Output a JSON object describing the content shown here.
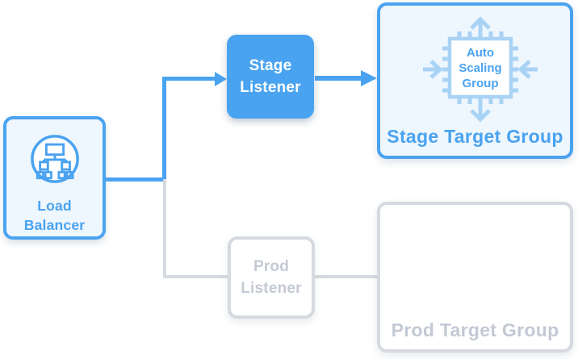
{
  "nodes": {
    "load_balancer": {
      "label": "Load Balancer"
    },
    "stage_listener": {
      "label": "Stage Listener"
    },
    "prod_listener": {
      "label": "Prod Listener"
    },
    "stage_target_group": {
      "label": "Stage Target Group",
      "auto_scaling_group": {
        "label": "Auto Scaling Group"
      }
    },
    "prod_target_group": {
      "label": "Prod Target Group"
    }
  },
  "icons": {
    "load_balancer": "load-balancer-network-icon",
    "auto_scaling": "cpu-chip-scaling-arrows-icon"
  },
  "colors": {
    "active_accent": "#4AA3F0",
    "active_fill_light": "#EEF6FE",
    "icon_pale_blue": "#A9D3F5",
    "inactive_border": "#D6DAE0",
    "inactive_text": "#C3C9D4",
    "background": "#FFFFFF"
  }
}
